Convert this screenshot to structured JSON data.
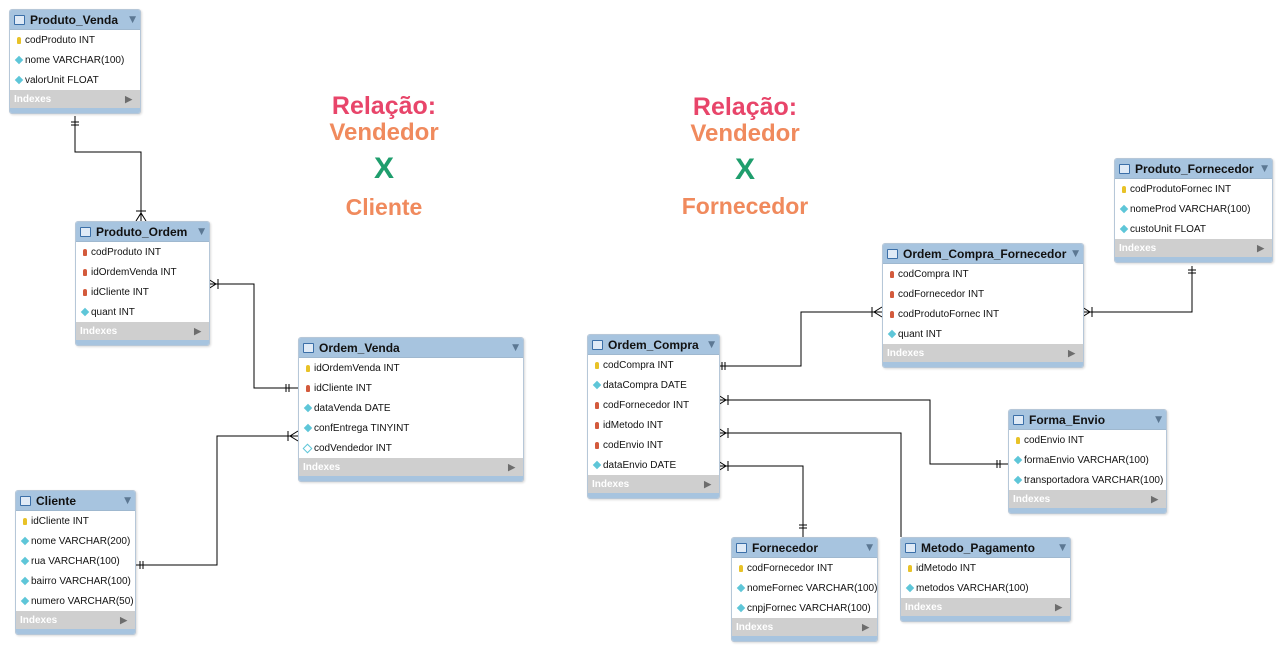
{
  "headings": {
    "left": {
      "relacao": "Relação:",
      "entity_a": "Vendedor",
      "times": "X",
      "entity_b": "Cliente"
    },
    "right": {
      "relacao": "Relação:",
      "entity_a": "Vendedor",
      "times": "X",
      "entity_b": "Fornecedor"
    }
  },
  "colors": {
    "relacao": "#e8456a",
    "entity": "#f08a5d",
    "times": "#1f9e6d",
    "table_header": "#a7c4df",
    "line": "#000000"
  },
  "indexes_label": "Indexes",
  "tables": [
    {
      "id": "produto_venda",
      "title": "Produto_Venda",
      "columns": [
        {
          "name": "codProduto INT",
          "icon": "primary-key-icon"
        },
        {
          "name": "nome VARCHAR(100)",
          "icon": "column-diamond-icon"
        },
        {
          "name": "valorUnit FLOAT",
          "icon": "column-diamond-icon"
        }
      ]
    },
    {
      "id": "produto_ordem",
      "title": "Produto_Ordem",
      "columns": [
        {
          "name": "codProduto INT",
          "icon": "foreign-key-icon"
        },
        {
          "name": "idOrdemVenda INT",
          "icon": "foreign-key-icon"
        },
        {
          "name": "idCliente INT",
          "icon": "foreign-key-icon"
        },
        {
          "name": "quant INT",
          "icon": "column-diamond-icon"
        }
      ]
    },
    {
      "id": "ordem_venda",
      "title": "Ordem_Venda",
      "columns": [
        {
          "name": "idOrdemVenda INT",
          "icon": "primary-key-icon"
        },
        {
          "name": "idCliente INT",
          "icon": "foreign-key-icon"
        },
        {
          "name": "dataVenda DATE",
          "icon": "column-diamond-icon"
        },
        {
          "name": "confEntrega TINYINT",
          "icon": "column-diamond-icon"
        },
        {
          "name": "codVendedor INT",
          "icon": "nullable-diamond-icon"
        }
      ]
    },
    {
      "id": "cliente",
      "title": "Cliente",
      "columns": [
        {
          "name": "idCliente INT",
          "icon": "primary-key-icon"
        },
        {
          "name": "nome VARCHAR(200)",
          "icon": "column-diamond-icon"
        },
        {
          "name": "rua VARCHAR(100)",
          "icon": "column-diamond-icon"
        },
        {
          "name": "bairro VARCHAR(100)",
          "icon": "column-diamond-icon"
        },
        {
          "name": "numero VARCHAR(50)",
          "icon": "column-diamond-icon"
        }
      ]
    },
    {
      "id": "ordem_compra",
      "title": "Ordem_Compra",
      "columns": [
        {
          "name": "codCompra INT",
          "icon": "primary-key-icon"
        },
        {
          "name": "dataCompra DATE",
          "icon": "column-diamond-icon"
        },
        {
          "name": "codFornecedor INT",
          "icon": "foreign-key-icon"
        },
        {
          "name": "idMetodo INT",
          "icon": "foreign-key-icon"
        },
        {
          "name": "codEnvio INT",
          "icon": "foreign-key-icon"
        },
        {
          "name": "dataEnvio DATE",
          "icon": "column-diamond-icon"
        }
      ]
    },
    {
      "id": "ordem_compra_fornecedor",
      "title": "Ordem_Compra_Fornecedor",
      "columns": [
        {
          "name": "codCompra INT",
          "icon": "foreign-key-icon"
        },
        {
          "name": "codFornecedor INT",
          "icon": "foreign-key-icon"
        },
        {
          "name": "codProdutoFornec INT",
          "icon": "foreign-key-icon"
        },
        {
          "name": "quant INT",
          "icon": "column-diamond-icon"
        }
      ]
    },
    {
      "id": "produto_fornecedor",
      "title": "Produto_Fornecedor",
      "columns": [
        {
          "name": "codProdutoFornec INT",
          "icon": "primary-key-icon"
        },
        {
          "name": "nomeProd VARCHAR(100)",
          "icon": "column-diamond-icon"
        },
        {
          "name": "custoUnit FLOAT",
          "icon": "column-diamond-icon"
        }
      ]
    },
    {
      "id": "forma_envio",
      "title": "Forma_Envio",
      "columns": [
        {
          "name": "codEnvio INT",
          "icon": "primary-key-icon"
        },
        {
          "name": "formaEnvio VARCHAR(100)",
          "icon": "column-diamond-icon"
        },
        {
          "name": "transportadora VARCHAR(100)",
          "icon": "column-diamond-icon"
        }
      ]
    },
    {
      "id": "fornecedor",
      "title": "Fornecedor",
      "columns": [
        {
          "name": "codFornecedor INT",
          "icon": "primary-key-icon"
        },
        {
          "name": "nomeFornec VARCHAR(100)",
          "icon": "column-diamond-icon"
        },
        {
          "name": "cnpjFornec VARCHAR(100)",
          "icon": "column-diamond-icon"
        }
      ]
    },
    {
      "id": "metodo_pagamento",
      "title": "Metodo_Pagamento",
      "columns": [
        {
          "name": "idMetodo INT",
          "icon": "primary-key-icon"
        },
        {
          "name": "metodos VARCHAR(100)",
          "icon": "column-diamond-icon"
        }
      ]
    }
  ],
  "relationships": [
    {
      "from": "produto_venda",
      "to": "produto_ordem",
      "from_end": "one",
      "to_end": "one-or-many"
    },
    {
      "from": "produto_ordem",
      "to": "ordem_venda",
      "from_end": "one-or-many",
      "to_end": "one"
    },
    {
      "from": "cliente",
      "to": "ordem_venda",
      "from_end": "one",
      "to_end": "one-or-many"
    },
    {
      "from": "ordem_compra",
      "to": "ordem_compra_fornecedor",
      "from_end": "one",
      "to_end": "one-or-many"
    },
    {
      "from": "produto_fornecedor",
      "to": "ordem_compra_fornecedor",
      "from_end": "one",
      "to_end": "one-or-many"
    },
    {
      "from": "forma_envio",
      "to": "ordem_compra",
      "from_end": "one",
      "to_end": "one-or-many"
    },
    {
      "from": "metodo_pagamento",
      "to": "ordem_compra",
      "from_end": "none",
      "to_end": "one-or-many"
    },
    {
      "from": "fornecedor",
      "to": "ordem_compra",
      "from_end": "one",
      "to_end": "one-or-many"
    }
  ]
}
